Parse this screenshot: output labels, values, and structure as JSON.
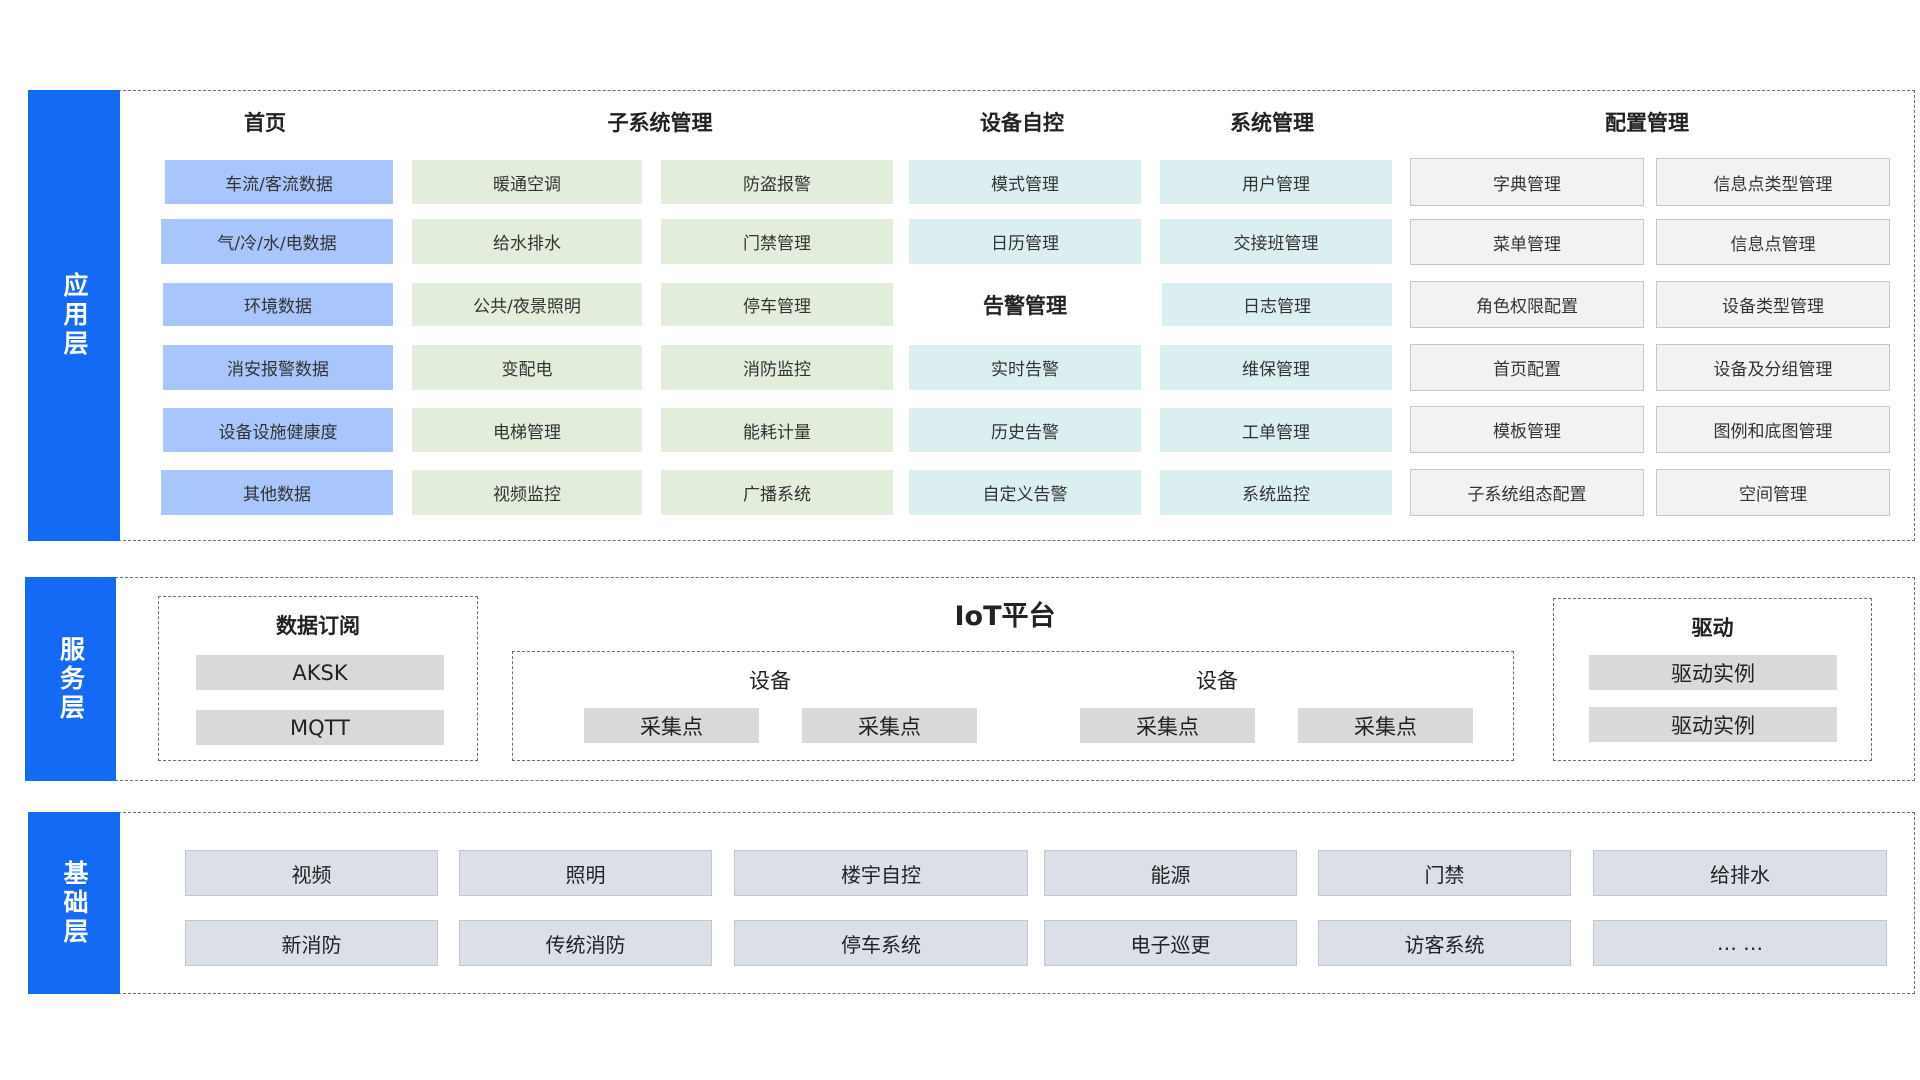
{
  "layers": {
    "app_label": "应用层",
    "service_label": "服务层",
    "base_label": "基础层"
  },
  "app": {
    "headers": [
      "首页",
      "子系统管理",
      "设备自控",
      "系统管理",
      "配置管理"
    ],
    "home": [
      "车流/客流数据",
      "气/冷/水/电数据",
      "环境数据",
      "消安报警数据",
      "设备设施健康度",
      "其他数据"
    ],
    "subsystem_col1": [
      "暖通空调",
      "给水排水",
      "公共/夜景照明",
      "变配电",
      "电梯管理",
      "视频监控"
    ],
    "subsystem_col2": [
      "防盗报警",
      "门禁管理",
      "停车管理",
      "消防监控",
      "能耗计量",
      "广播系统"
    ],
    "device_control": [
      "模式管理",
      "日历管理",
      "告警管理",
      "实时告警",
      "历史告警",
      "自定义告警"
    ],
    "system_mgmt": [
      "用户管理",
      "交接班管理",
      "日志管理",
      "维保管理",
      "工单管理",
      "系统监控"
    ],
    "config_col1": [
      "字典管理",
      "菜单管理",
      "角色权限配置",
      "首页配置",
      "模板管理",
      "子系统组态配置"
    ],
    "config_col2": [
      "信息点类型管理",
      "信息点管理",
      "设备类型管理",
      "设备及分组管理",
      "图例和底图管理",
      "空间管理"
    ]
  },
  "service": {
    "subscription": {
      "title": "数据订阅",
      "items": [
        "AKSK",
        "MQTT"
      ]
    },
    "iot": {
      "title": "IoT平台",
      "devices": [
        {
          "label": "设备",
          "points": [
            "采集点",
            "采集点"
          ]
        },
        {
          "label": "设备",
          "points": [
            "采集点",
            "采集点"
          ]
        }
      ]
    },
    "driver": {
      "title": "驱动",
      "items": [
        "驱动实例",
        "驱动实例"
      ]
    }
  },
  "base": {
    "row1": [
      "视频",
      "照明",
      "楼宇自控",
      "能源",
      "门禁",
      "给排水"
    ],
    "row2": [
      "新消防",
      "传统消防",
      "停车系统",
      "电子巡更",
      "访客系统",
      "… …"
    ]
  },
  "colors": {
    "accent": "#1469f5",
    "home": "#a8c6fb",
    "subsystem": "#e3eddb",
    "device_control": "#dbeff1",
    "system_mgmt": "#dbeff1",
    "config": "#f2f2f2",
    "service_item": "#d9d9d9",
    "base_item": "#dbe0e8"
  }
}
